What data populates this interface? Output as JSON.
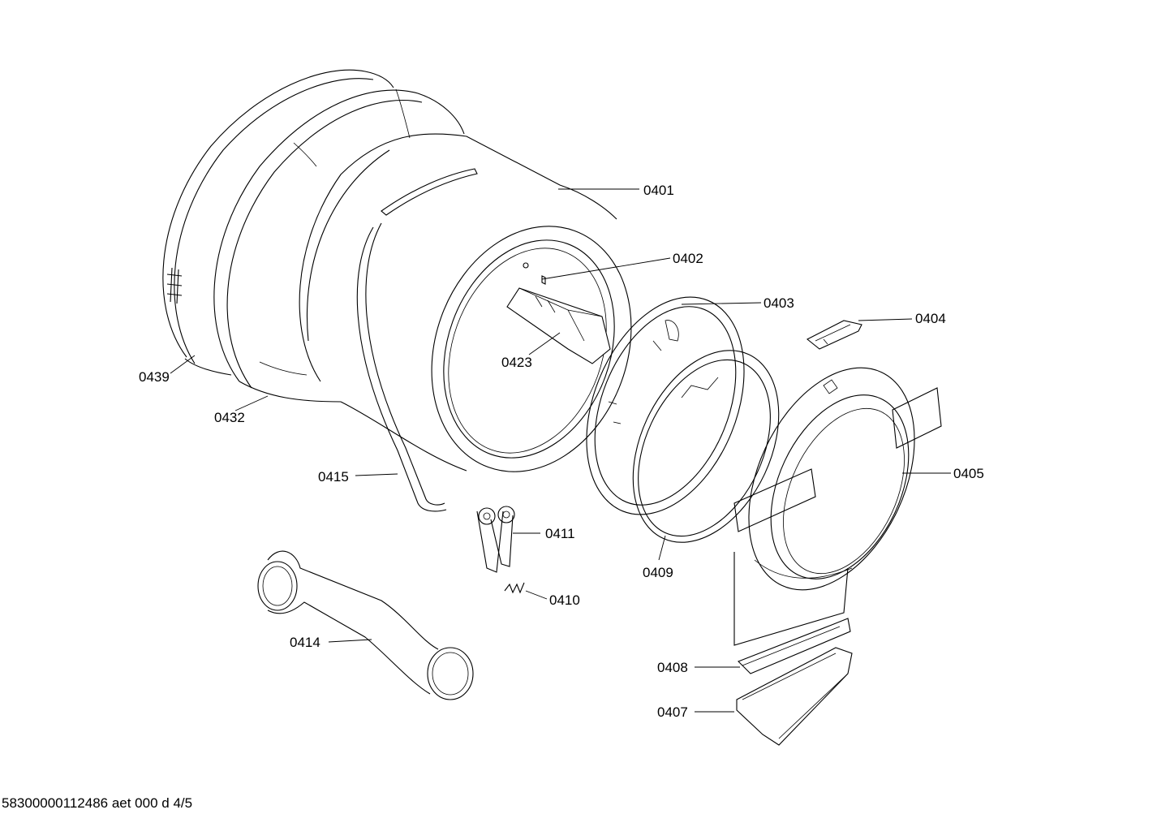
{
  "colors": {
    "line": "#000000",
    "background": "#ffffff"
  },
  "footer": {
    "document_code": "58300000112486 aet 000 d 4/5"
  },
  "callouts": [
    {
      "id": "p0401",
      "label": "0401"
    },
    {
      "id": "p0402",
      "label": "0402"
    },
    {
      "id": "p0403",
      "label": "0403"
    },
    {
      "id": "p0404",
      "label": "0404"
    },
    {
      "id": "p0405",
      "label": "0405"
    },
    {
      "id": "p0407",
      "label": "0407"
    },
    {
      "id": "p0408",
      "label": "0408"
    },
    {
      "id": "p0409",
      "label": "0409"
    },
    {
      "id": "p0410",
      "label": "0410"
    },
    {
      "id": "p0411",
      "label": "0411"
    },
    {
      "id": "p0414",
      "label": "0414"
    },
    {
      "id": "p0415",
      "label": "0415"
    },
    {
      "id": "p0423",
      "label": "0423"
    },
    {
      "id": "p0432",
      "label": "0432"
    },
    {
      "id": "p0439",
      "label": "0439"
    }
  ]
}
